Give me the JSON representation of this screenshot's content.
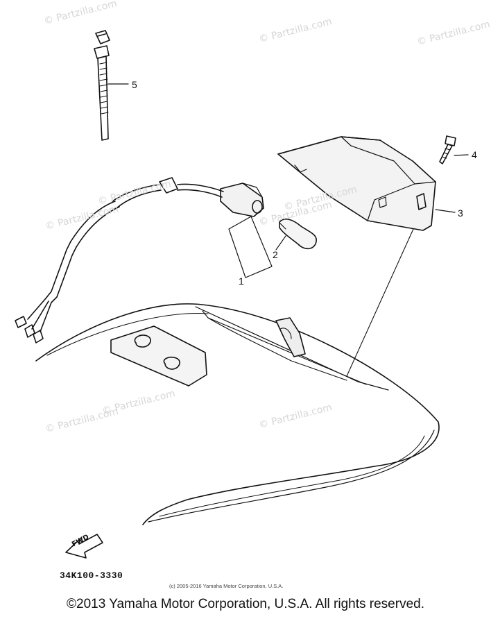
{
  "watermarks": [
    "© Partzilla.com",
    "© Partzilla.com",
    "© Partzilla.com",
    "© Partzilla.com",
    "© Partzilla.com",
    "© Partzilla.com",
    "© Partzilla.com",
    "© Partzilla.com",
    "© Partzilla.com",
    "© Partzilla.com"
  ],
  "callouts": {
    "p1": "1",
    "p2": "2",
    "p3": "3",
    "p4": "4",
    "p5": "5"
  },
  "find_label": "FWD",
  "part_code": "34K100-3330",
  "small_copyright": "(c) 2005-2016 Yamaha Motor Corporation, U.S.A.",
  "footer_copyright": "©2013 Yamaha Motor Corporation, U.S.A. All rights reserved."
}
